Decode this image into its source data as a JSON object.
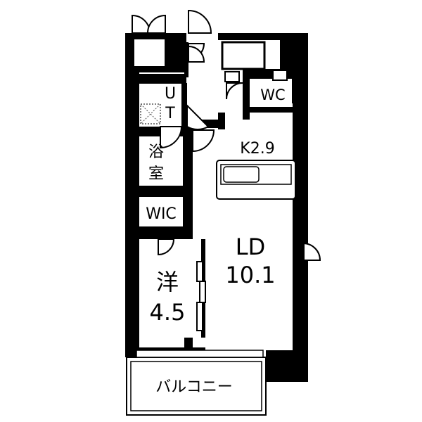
{
  "rooms": {
    "ut_top": "U",
    "ut_bottom": "T",
    "wc": "WC",
    "kitchen": "K2.9",
    "bath_top": "浴",
    "bath_bottom": "室",
    "wic": "WIC",
    "ld_name": "LD",
    "ld_size": "10.1",
    "western_name": "洋",
    "western_size": "4.5",
    "balcony": "バルコニー"
  },
  "colors": {
    "wall": "#000000",
    "floor": "#ffffff",
    "washer_dots": "#555555"
  }
}
